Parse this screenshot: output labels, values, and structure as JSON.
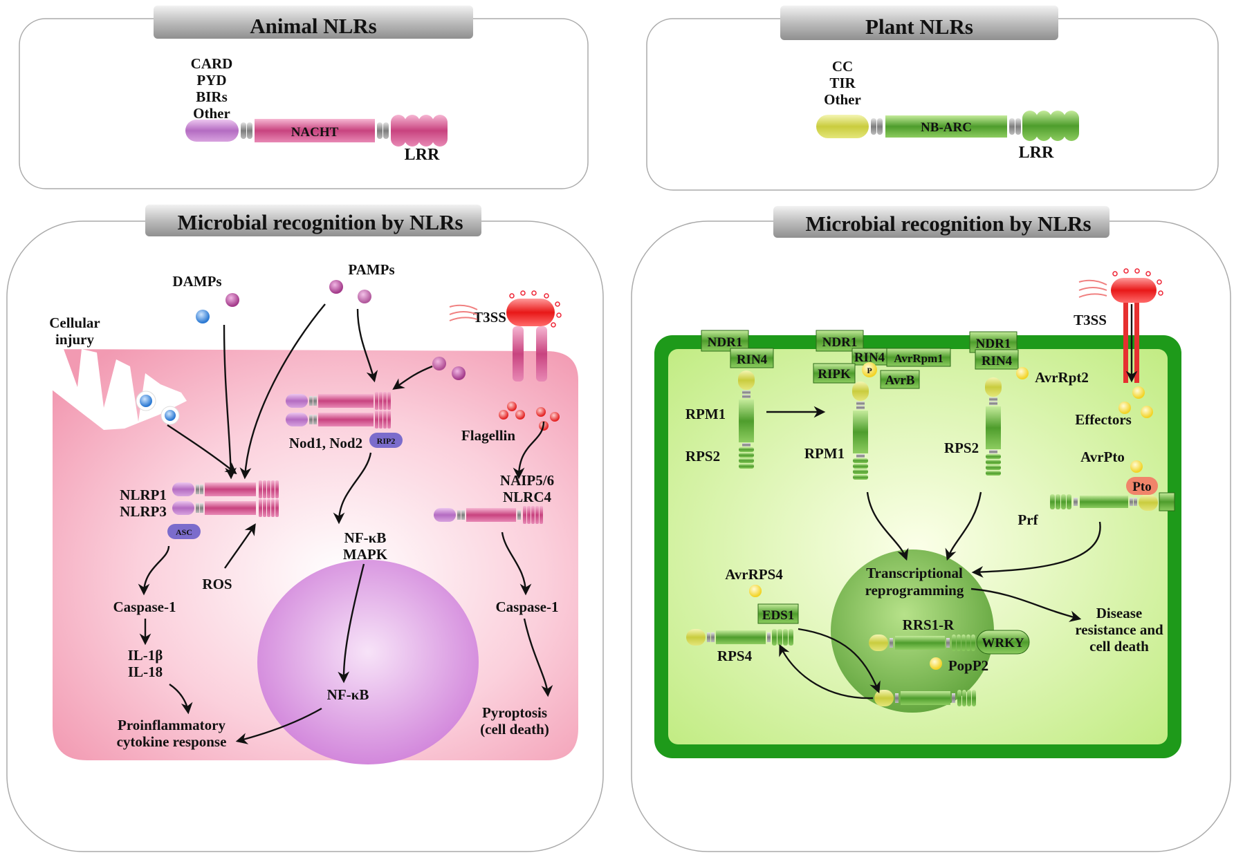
{
  "animal": {
    "title": "Animal NLRs",
    "domains": [
      "CARD",
      "PYD",
      "BIRs",
      "Other"
    ],
    "nacht": "NACHT",
    "lrr": "LRR",
    "section_title": "Microbial recognition by NLRs",
    "labels": {
      "damps": "DAMPs",
      "pamps": "PAMPs",
      "cellular_injury": [
        "Cellular",
        "injury"
      ],
      "t3ss": "T3SS",
      "nod": "Nod1, Nod2",
      "rip2": "RIP2",
      "flagellin": "Flagellin",
      "nlrp": [
        "NLRP1",
        "NLRP3"
      ],
      "asc": "ASC",
      "ros": "ROS",
      "naip": [
        "NAIP5/6",
        "NLRC4"
      ],
      "nfkb_mapk": [
        "NF-κB",
        "MAPK"
      ],
      "caspase_left": "Caspase-1",
      "caspase_right": "Caspase-1",
      "il": [
        "IL-1β",
        "IL-18"
      ],
      "nfkb": "NF-κB",
      "proinflammatory": [
        "Proinflammatory",
        "cytokine response"
      ],
      "pyroptosis": [
        "Pyroptosis",
        "(cell death)"
      ]
    }
  },
  "plant": {
    "title": "Plant NLRs",
    "domains": [
      "CC",
      "TIR",
      "Other"
    ],
    "nbarc": "NB-ARC",
    "lrr": "LRR",
    "section_title": "Microbial recognition by NLRs",
    "labels": {
      "t3ss": "T3SS",
      "ndr1": "NDR1",
      "rin4": "RIN4",
      "ripk": "RIPK",
      "p": "P",
      "avrrpm1": "AvrRpm1",
      "avrb": "AvrB",
      "avrrpt2": "AvrRpt2",
      "rpm1": "RPM1",
      "rps2": "RPS2",
      "effectors": "Effectors",
      "avrpto": "AvrPto",
      "pto": "Pto",
      "prf": "Prf",
      "transcriptional": [
        "Transcriptional",
        "reprogramming"
      ],
      "avrrps4": "AvrRPS4",
      "eds1": "EDS1",
      "rps4": "RPS4",
      "rrs1": "RRS1-R",
      "wrky": "WRKY",
      "popp2": "PopP2",
      "disease": [
        "Disease",
        "resistance and",
        "cell death"
      ]
    }
  },
  "colors": {
    "animal_cell": "#f4a9bc",
    "animal_nucleus": "#d98fe0",
    "nacht": "#d4558e",
    "plant_wall": "#1e9a1a",
    "plant_cell": "#d8f5a8",
    "plant_nucleus": "#8cc960",
    "nbarc": "#5ab53a",
    "title_bar": "#c8c8c8"
  }
}
